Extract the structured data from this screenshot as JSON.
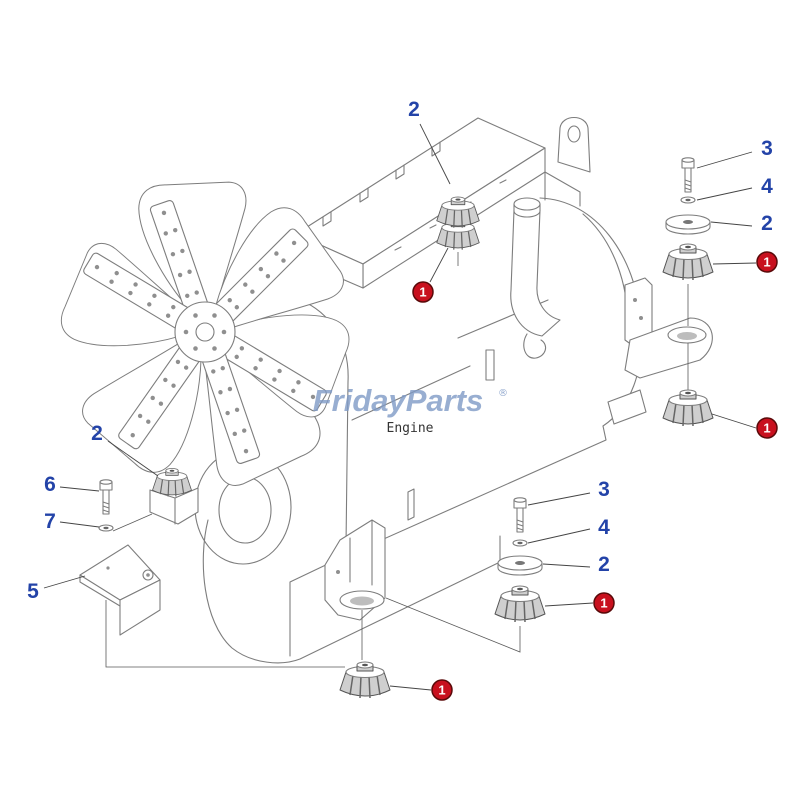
{
  "diagram": {
    "engine_label": "Engine",
    "watermark": {
      "brand": "FridayParts",
      "registered": "®"
    },
    "callouts": [
      "2",
      "3",
      "4",
      "2",
      "2",
      "6",
      "7",
      "5",
      "3",
      "4",
      "2"
    ],
    "badges": [
      "1",
      "1",
      "1",
      "1",
      "1"
    ]
  },
  "colors": {
    "callout": "#2343a8",
    "badge": "#c8101e",
    "watermark": "#7f9ac6",
    "line": "#7d7d7d"
  }
}
